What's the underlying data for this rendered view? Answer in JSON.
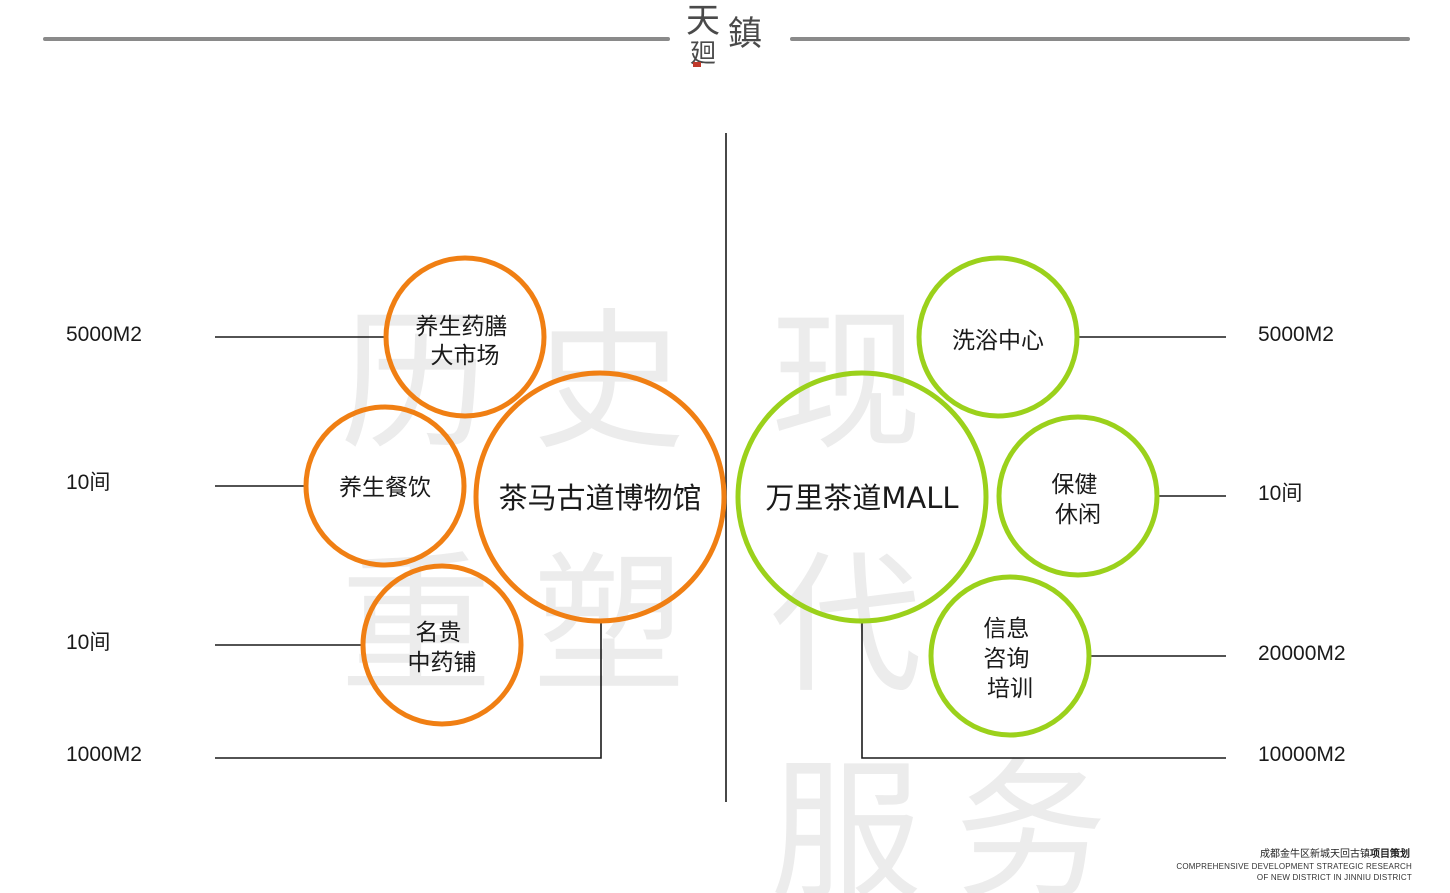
{
  "logo": {
    "chars": [
      "天",
      "鎮",
      "廻"
    ]
  },
  "watermarks": {
    "left": [
      "历",
      "史",
      "重",
      "塑"
    ],
    "right": [
      "现",
      "代",
      "服",
      "务"
    ]
  },
  "left": {
    "main": "茶马古道博物馆",
    "bubbles": [
      {
        "lines": [
          "养生药膳",
          "大市场"
        ]
      },
      {
        "lines": [
          "养生餐饮"
        ]
      },
      {
        "lines": [
          "名贵",
          "中药铺"
        ]
      }
    ],
    "metrics": [
      "5000M2",
      "10间",
      "10间",
      "1000M2"
    ]
  },
  "right": {
    "main": "万里茶道MALL",
    "bubbles": [
      {
        "lines": [
          "洗浴中心"
        ]
      },
      {
        "lines": [
          "保健",
          "休闲"
        ]
      },
      {
        "lines": [
          "信息",
          "咨询",
          "培训"
        ]
      }
    ],
    "metrics": [
      "5000M2",
      "10间",
      "20000M2",
      "10000M2"
    ]
  },
  "footer": {
    "cn_prefix": "成都金牛区新城天回古镇",
    "cn_bold": "项目策划",
    "en_line1": "COMPREHENSIVE DEVELOPMENT STRATEGIC RESEARCH",
    "en_line2": "OF NEW DISTRICT IN JINNIU DISTRICT"
  },
  "colors": {
    "orange": "#f07f13",
    "green": "#9bd11b",
    "watermark": "#ececec"
  }
}
